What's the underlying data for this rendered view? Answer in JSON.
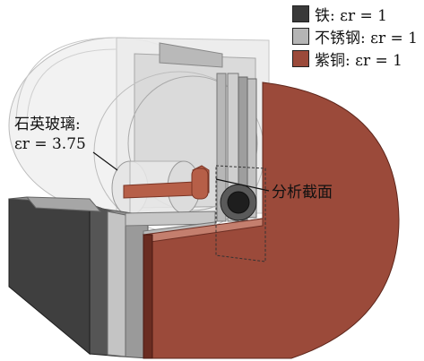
{
  "legend": [
    {
      "label": "铁: εr = 1",
      "color": "#3a3a3a"
    },
    {
      "label": "不锈钢: εr = 1",
      "color": "#b5b5b5"
    },
    {
      "label": "紫铜: εr = 1",
      "color": "#9b4a3a"
    }
  ],
  "annotations": {
    "quartz_name": "石英玻璃:",
    "quartz_eps": "εr = 3.75",
    "section": "分析截面"
  },
  "colors": {
    "iron": "#3a3a3a",
    "steel": "#b5b5b5",
    "copper": "#9b4a3a"
  }
}
